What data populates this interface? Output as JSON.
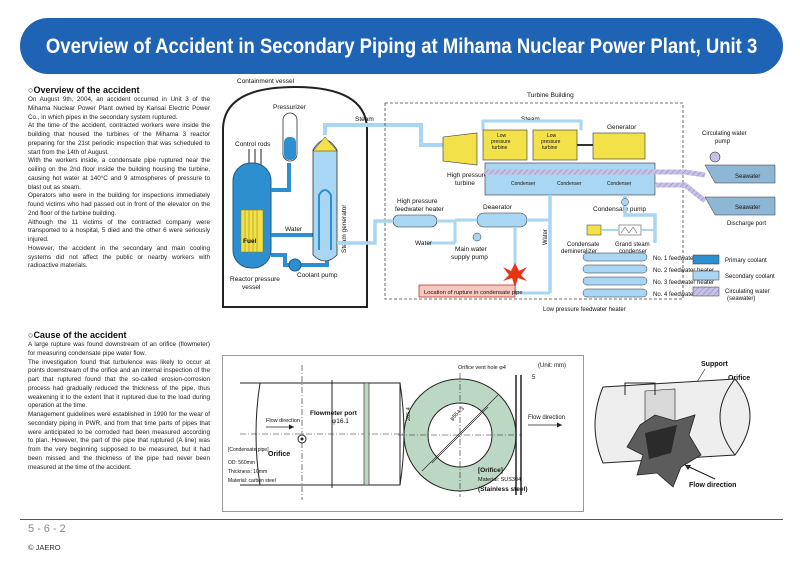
{
  "title": "Overview of Accident in Secondary Piping at Mihama Nuclear Power Plant, Unit 3",
  "overview": {
    "heading": "Overview of the accident",
    "paragraphs": [
      "On August 9th, 2004, an accident occurred in Unit 3 of the Mihama Nuclear Power Plant owned by Kansai Electric Power Co., in which pipes in the secondary system ruptured.",
      "At the time of the accident, contracted workers were inside the building that housed the turbines of the Mihama 3 reactor preparing for the 21st periodic inspection that was scheduled to start from the 14th of August.",
      "With the workers inside, a condensate pipe ruptured near the ceiling on the 2nd floor inside the building housing the turbine, causing hot water at 140°C and 9 atmospheres of pressure to blast out as steam.",
      "Operators who were in the building for inspections immediately found victims who had passed out in front of the elevator on the 2nd floor of the turbine building.",
      "Although the 11 victims of the contracted company were transported to a hospital, 5 died and the other 6 were seriously injured.",
      "However, the accident in the secondary and main cooling systems did not affect the public or nearby workers with radioactive materials."
    ]
  },
  "cause": {
    "heading": "Cause of the accident",
    "paragraphs": [
      "A large rupture was found downstream of an orifice (flowmeter) for measuring condensate pipe water flow.",
      "The investigation found that turbulence was likely to occur at points downstream of the orifice and an internal inspection of the part that ruptured found that the so-called erosion-corrosion process had gradually reduced the thickness of the pipe, thus weakening it to the extent that it ruptured due to the load during operation at the time.",
      "Management guidelines were established in 1990 for the wear of secondary piping in PWR, and from that time parts of pipes that were anticipated to be corroded had been measured according to plan. However, the part of the pipe that ruptured (A line) was from the very beginning supposed to be measured, but it had been missed and the thickness of the pipe had never been measured at the time of the accident."
    ]
  },
  "diagram": {
    "containment_vessel": "Containment vessel",
    "pressurizer": "Pressurizer",
    "control_rods": "Control rods",
    "water": "Water",
    "fuel": "Fuel",
    "steam_generator": "Steam generator",
    "reactor_vessel_1": "Reactor pressure",
    "reactor_vessel_2": "vessel",
    "coolant_pump": "Coolant pump",
    "steam": "Steam",
    "turbine_building": "Turbine Building",
    "steam_inner": "Steam",
    "lp_turbine_a": [
      "Low",
      "pressure",
      "turbine"
    ],
    "lp_turbine_b": [
      "Low",
      "pressure",
      "turbine"
    ],
    "generator": "Generator",
    "hp_turbine_1": "High pressure",
    "hp_turbine_2": "turbine",
    "condenser_a": "Condenser",
    "condenser_b": "Condenser",
    "condenser_c": "Condenser",
    "condensate_pump": "Condensate pump",
    "hp_feedwater_1": "High pressure",
    "hp_feedwater_2": "feedwater heater",
    "deaerator": "Deaerator",
    "water_bottom": "Water",
    "main_pump_1": "Main water",
    "main_pump_2": "supply pump",
    "water_vertical": "Water",
    "cond_demin_1": "Condensate",
    "cond_demin_2": "demineralizer",
    "grand_steam_1": "Grand steam",
    "grand_steam_2": "condenser",
    "fw_heaters": [
      "No. 1 feedwater heater",
      "No. 2 feedwater heater",
      "No. 3 feedwater heater",
      "No. 4 feedwater heater"
    ],
    "lp_feedwater": "Low pressure feedwater heater",
    "rupture_location": "Location of rupture in condensate pipe",
    "circ_pump_1": "Circulating water",
    "circ_pump_2": "pump",
    "seawater_a": "Seawater",
    "seawater_b": "Seawater",
    "discharge_port": "Discharge port",
    "legend": [
      {
        "label": "Primary coolant",
        "color": "#2e8fd0"
      },
      {
        "label": "Secondary coolant",
        "color": "#a9d6f2"
      },
      {
        "label": "Circulating water",
        "label2": "(seawater)",
        "color": "#c5c2e6"
      }
    ]
  },
  "pipe_figure": {
    "unit": "(Unit: mm)",
    "vent_hole": "Orifice vent hole φ4",
    "flowmeter_port": "Flowmeter port",
    "phi161": "φ16.1",
    "flow_direction_left": "Flow direction",
    "orifice": "Orifice",
    "condensate_pipe": "[Condensate pipe]",
    "od": "OD: 560mm",
    "thickness": "Thickness: 10mm",
    "material": "Material: carbon steel",
    "dim_2654": "265.4",
    "dim_5": "5",
    "dim_5543": "φ554.3",
    "flow_direction_right": "Flow direction",
    "orifice_label": "[Orifice]",
    "orifice_material": "Material: SUS304",
    "stainless": "(Stainless steel)"
  },
  "photo": {
    "support": "Support",
    "orifice": "Orifice",
    "flow_direction": "Flow direction"
  },
  "page_number": "5-6-2",
  "copyright": "© JAERO"
}
